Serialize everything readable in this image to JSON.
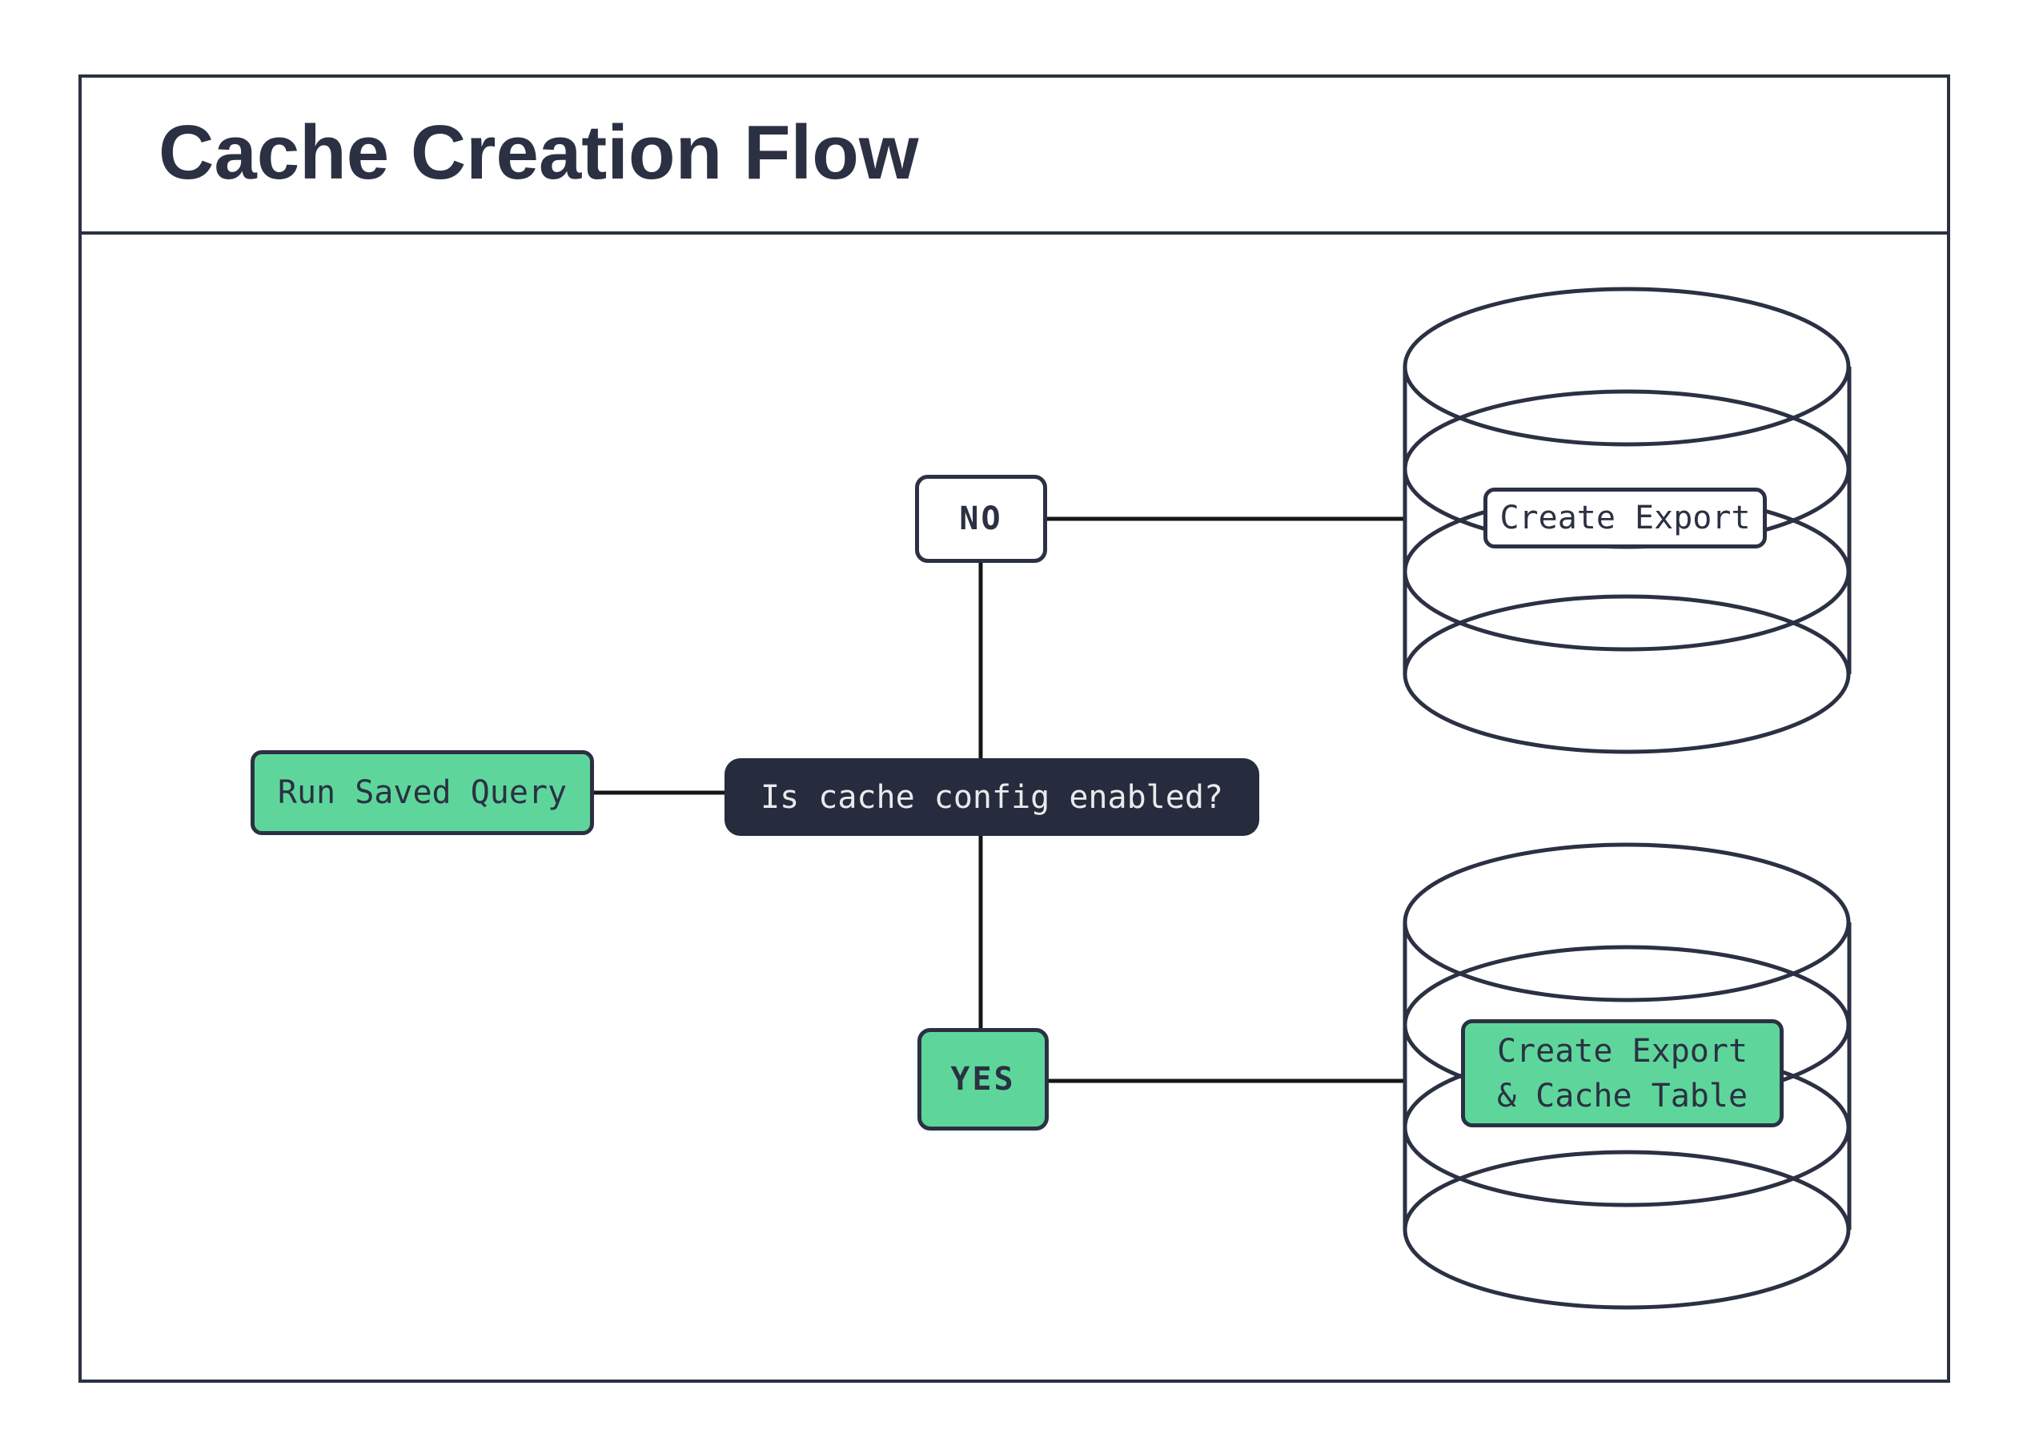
{
  "header": {
    "title": "Cache Creation Flow"
  },
  "flow": {
    "start": {
      "label": "Run Saved Query"
    },
    "decision": {
      "label": "Is cache config enabled?"
    },
    "branch_no": {
      "label": "NO"
    },
    "branch_yes": {
      "label": "YES"
    },
    "no_outcome": {
      "label": "Create Export"
    },
    "yes_outcome": {
      "label_line1": "Create Export",
      "label_line2": "& Cache Table"
    }
  },
  "colors": {
    "navy_stroke": "#2b3143",
    "decision_fill": "#262c3d",
    "green_fill": "#5ed69b",
    "light_text": "#e9eaec",
    "connector": "#151515",
    "background": "#ffffff"
  }
}
